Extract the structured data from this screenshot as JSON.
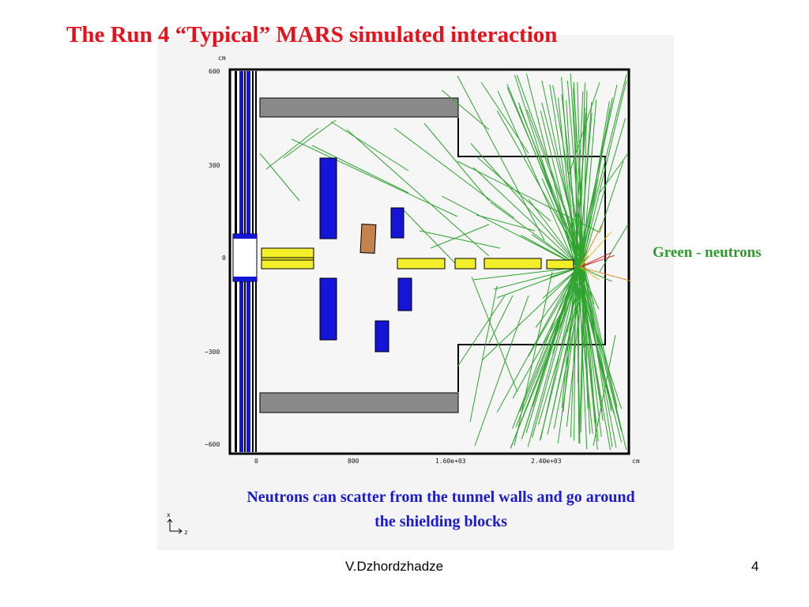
{
  "slide": {
    "title": "The Run 4 “Typical” MARS simulated interaction",
    "legend_label": "Green - neutrons",
    "caption_line1": "Neutrons can scatter from the tunnel walls and go around",
    "caption_line2": "the shielding blocks",
    "author": "V.Dzhordzhadze",
    "page_number": "4"
  },
  "plot": {
    "y_unit": "cm",
    "x_unit": "cm",
    "y_ticks": [
      "600",
      "300",
      "0",
      "−300",
      "−600"
    ],
    "x_ticks": [
      "0",
      "800",
      "1.60e+03",
      "2.40e+03"
    ],
    "orientation_axis_vertical": "x",
    "orientation_axis_horizontal": "z",
    "colors": {
      "neutron_tracks": "#2ea32e",
      "magnets": "#1515d8",
      "beam_elements": "#f2ee2a",
      "shield_slabs": "#8a8a8a",
      "target_block": "#c4824e"
    }
  }
}
